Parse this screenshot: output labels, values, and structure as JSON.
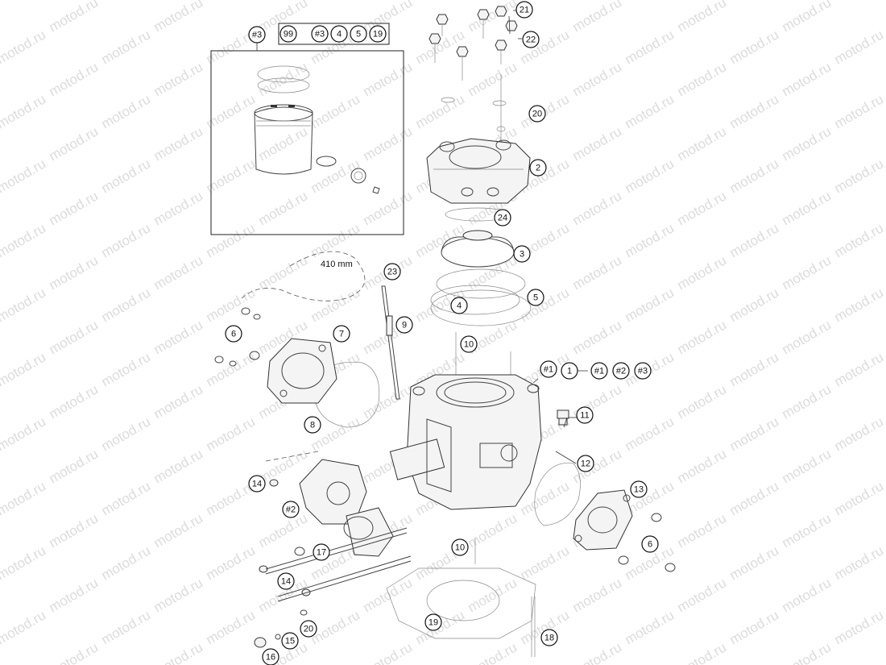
{
  "watermark": "motod.ru",
  "measure_label": "410 mm",
  "callouts": {
    "c_sh3_top": "#3",
    "c_99": "99",
    "c_kit_sh3": "#3",
    "c_kit_4": "4",
    "c_kit_5": "5",
    "c_kit_19": "19",
    "c_21": "21",
    "c_22": "22",
    "c_20_top": "20",
    "c_2": "2",
    "c_24": "24",
    "c_3": "3",
    "c_23": "23",
    "c_5": "5",
    "c_4": "4",
    "c_9": "9",
    "c_6_left": "6",
    "c_7": "7",
    "c_10_top": "10",
    "c_sh1": "#1",
    "c_1": "1",
    "c_set_sh1": "#1",
    "c_set_sh2": "#2",
    "c_set_sh3": "#3",
    "c_11": "11",
    "c_8": "8",
    "c_12": "12",
    "c_13": "13",
    "c_14_a": "14",
    "c_sh2": "#2",
    "c_6_right": "6",
    "c_17": "17",
    "c_10_bottom": "10",
    "c_14_b": "14",
    "c_20_bottom": "20",
    "c_19": "19",
    "c_18": "18",
    "c_15": "15",
    "c_16": "16"
  }
}
